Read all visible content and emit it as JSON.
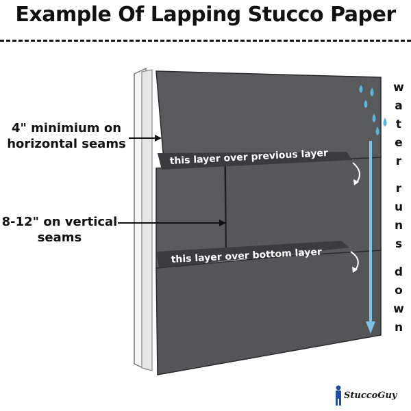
{
  "title": "Example Of Lapping Stucco Paper",
  "labels": {
    "horizontal": "4\" minimium on horizontal seams",
    "vertical": "8-12\" on vertical seams",
    "over_previous": "this layer over previous layer",
    "over_bottom": "this layer over bottom layer"
  },
  "side_text": {
    "word1": [
      "w",
      "a",
      "t",
      "e",
      "r"
    ],
    "word2": [
      "r",
      "u",
      "n",
      "s"
    ],
    "word3": [
      "d",
      "o",
      "w",
      "n"
    ]
  },
  "logo": {
    "text": "StuccoGuy"
  },
  "colors": {
    "paper": "#555657",
    "paper_edge": "#2a2a2a",
    "wall": "#ebecec",
    "arrow": "#7ec3e3",
    "drop": "#57b6df",
    "text": "#111111"
  }
}
